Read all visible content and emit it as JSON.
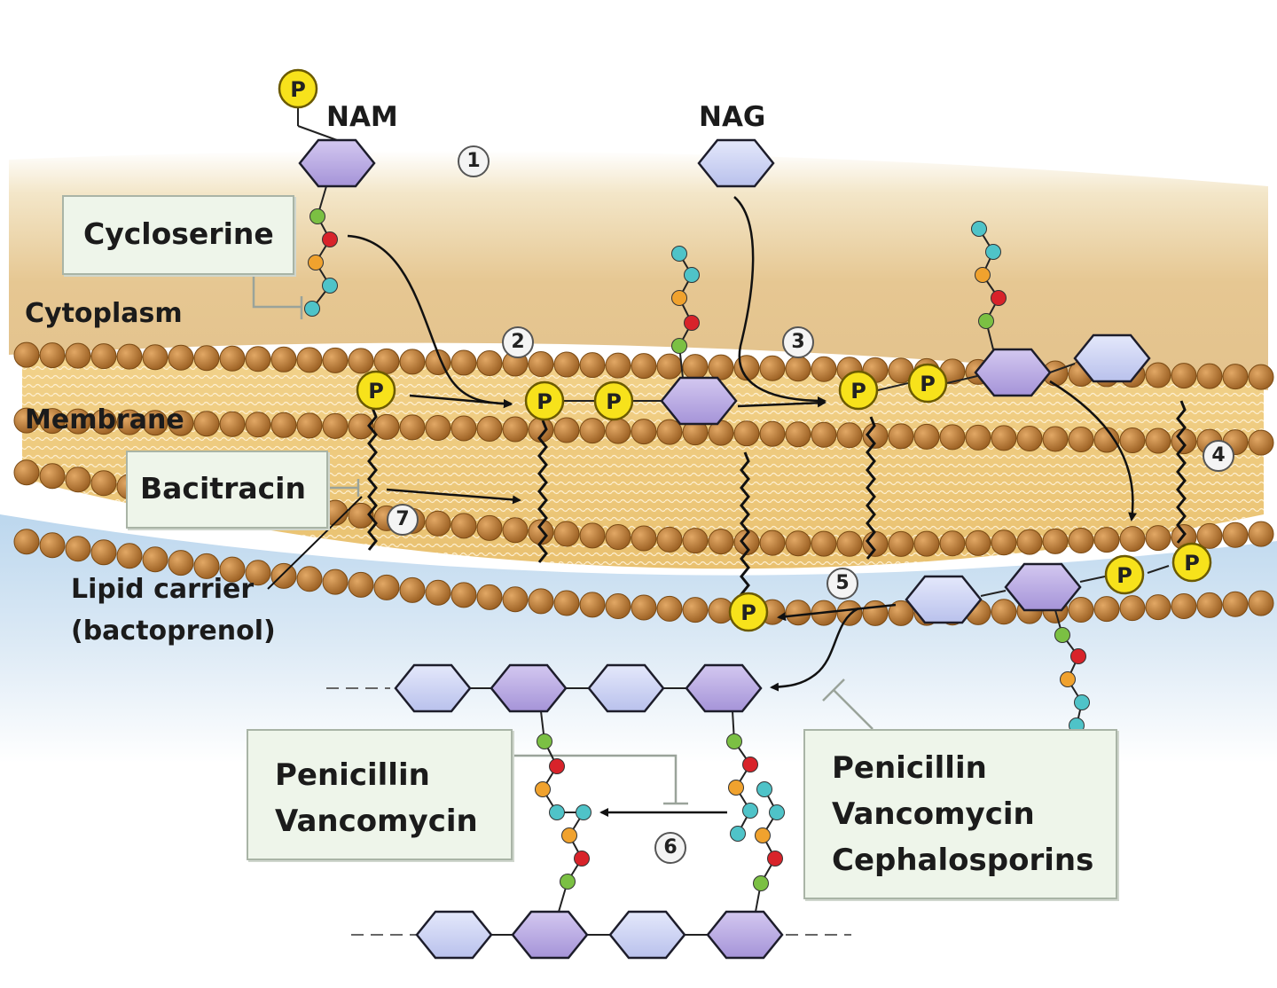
{
  "labels": {
    "nam": "NAM",
    "nag": "NAG",
    "cytoplasm": "Cytoplasm",
    "membrane": "Membrane",
    "lipid_carrier_1": "Lipid carrier",
    "lipid_carrier_2": "(bactoprenol)",
    "phosphate": "P"
  },
  "inhibitors": {
    "cycloserine": "Cycloserine",
    "bacitracin": "Bacitracin",
    "box_left": [
      "Penicillin",
      "Vancomycin"
    ],
    "box_right": [
      "Penicillin",
      "Vancomycin",
      "Cephalosporins"
    ]
  },
  "steps": [
    "1",
    "2",
    "3",
    "4",
    "5",
    "6",
    "7"
  ],
  "colors": {
    "cytoplasm_tan": "#e9cf9a",
    "periplasm_blue": "#c9def0",
    "lipid_head": "#b47a35",
    "sugar_fill": "#c7cdef",
    "nam_fill": "#b7a6de",
    "phosphate": "#f7e21b",
    "aa_green": "#7bc043",
    "aa_red": "#d8232a",
    "aa_orange": "#f0a22e",
    "aa_teal": "#4fc3c8"
  }
}
